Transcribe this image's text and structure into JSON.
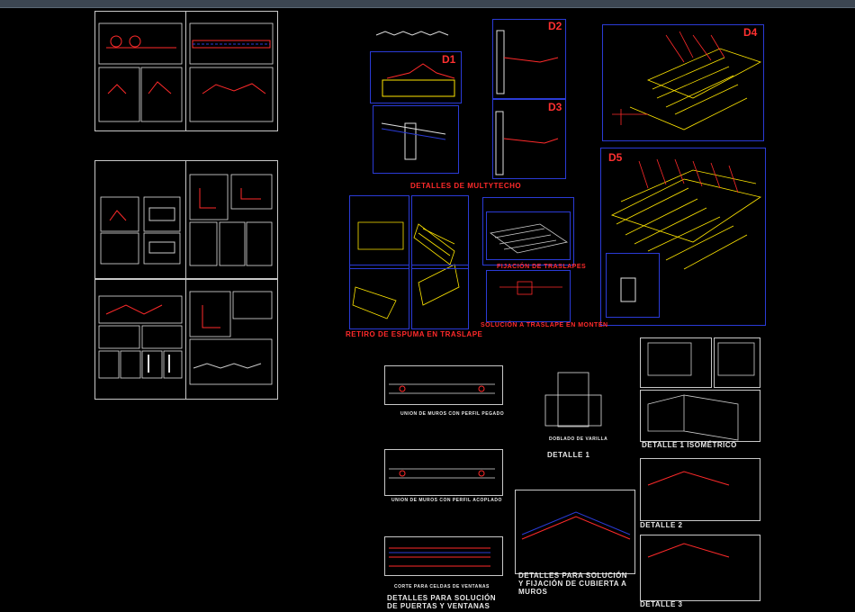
{
  "drawing": {
    "tags": {
      "d1": "D1",
      "d2": "D2",
      "d3": "D3",
      "d4": "D4",
      "d5": "D5"
    },
    "titles": {
      "multytecho": "DETALLES DE MULTYTECHO",
      "retiro": "RETIRO DE ESPUMA EN TRASLAPE",
      "fijacion_traslapes": "FIJACIÓN DE TRASLAPES",
      "solucion_traslape": "SOLUCIÓN A TRASLAPE EN MONTÉN",
      "detalle1": "DETALLE 1",
      "detalle1_iso": "DETALLE 1 ISOMÉTRICO",
      "detalle2": "DETALLE 2",
      "detalle3": "DETALLE 3",
      "puertas": "DETALLES PARA SOLUCIÓN\nDE PUERTAS Y VENTANAS",
      "cubierta": "DETALLES PARA SOLUCIÓN\nY FIJACIÓN DE CUBIERTA A\nMUROS"
    },
    "captions": {
      "c1": "UNION DE MUROS CON PERFIL PEGADO",
      "c2": "UNION DE MUROS CON PERFIL ACOPLADO",
      "c3": "CORTE PARA CELDAS DE VENTANAS",
      "c4": "DOBLADO DE VARILLA"
    }
  },
  "colors": {
    "bg": "#000000",
    "red": "#ff2a2a",
    "blue": "#2a3bd6",
    "yellow": "#ffe600",
    "white": "#e6e6e6"
  }
}
